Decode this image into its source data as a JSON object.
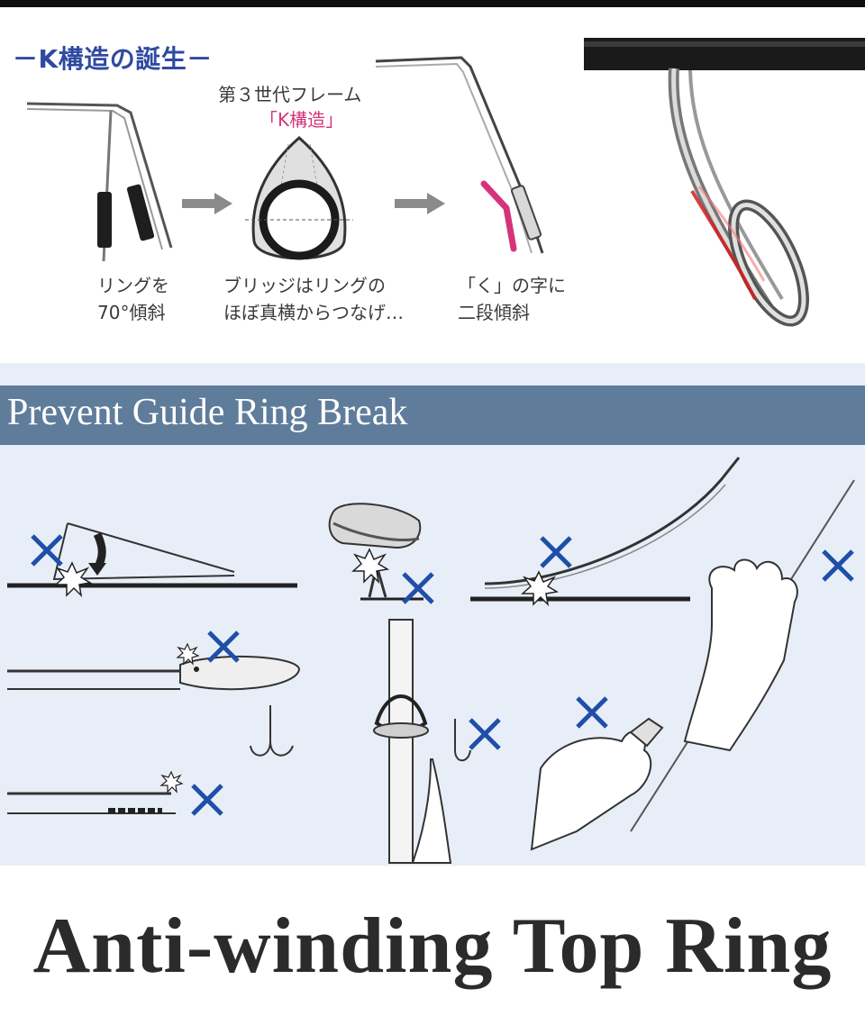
{
  "diagram": {
    "title": "－K構造の誕生－",
    "frame_label": "第３世代フレーム",
    "frame_name": "「K構造」",
    "captions": [
      {
        "line1": "リングを",
        "line2": "70°傾斜"
      },
      {
        "line1": "ブリッジはリングの",
        "line2": "ほぼ真横からつなげ…"
      },
      {
        "line1": "「く」の字に",
        "line2": "二段傾斜"
      }
    ]
  },
  "banner": {
    "text": "Prevent Guide Ring Break"
  },
  "footer": {
    "title": "Anti-winding Top Ring"
  },
  "colors": {
    "accent_blue": "#2f4aa0",
    "accent_pink": "#d6337a",
    "banner_bg": "#5f7c9b",
    "panel_bg": "#e8eef7",
    "cross_blue": "#1f4fa8"
  },
  "icons": [
    "arrow-right-icon",
    "cross-icon",
    "burst-icon",
    "hand-icon",
    "shoe-icon",
    "lure-icon",
    "sinker-icon"
  ]
}
